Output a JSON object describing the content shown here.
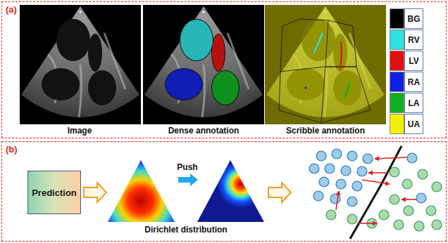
{
  "diagram": {
    "nodes": [
      {
        "text": [
          "(a)"
        ]
      },
      {
        "text": [
          "(b)"
        ]
      },
      {
        "text": [
          "Prediction"
        ],
        "in": 1
      }
    ],
    "labels": [
      "Image",
      "Dense annotation",
      "Scribble annotation",
      "Push",
      "Dirichlet distribution"
    ],
    "legend": [
      {
        "text": "BG",
        "color": "#000000"
      },
      {
        "text": "RV",
        "color": "#2fe0e0"
      },
      {
        "text": "LV",
        "color": "#e01010"
      },
      {
        "text": "RA",
        "color": "#1020e0"
      },
      {
        "text": "LA",
        "color": "#10b020"
      },
      {
        "text": "UA",
        "color": "#f0f000"
      }
    ]
  }
}
